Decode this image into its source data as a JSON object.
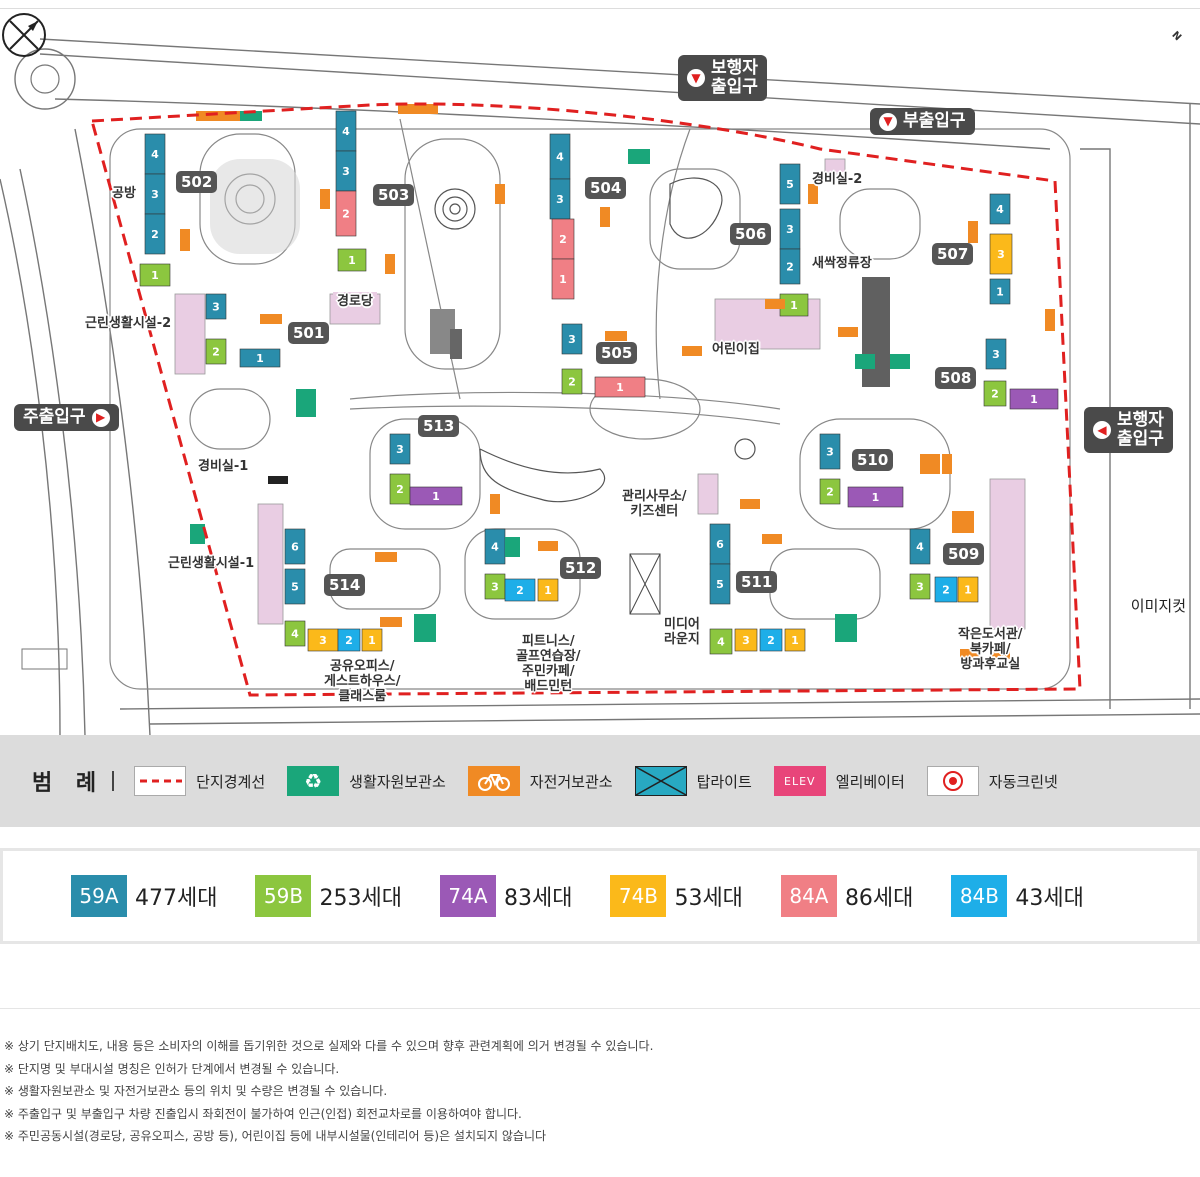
{
  "map": {
    "buildings": [
      "502",
      "503",
      "504",
      "506",
      "507",
      "501",
      "505",
      "508",
      "513",
      "510",
      "512",
      "514",
      "511",
      "509"
    ],
    "facilities": {
      "gongbang": "공방",
      "commercial_2": "근린생활시설-2",
      "gyeongrodang": "경로당",
      "guard_2": "경비실-2",
      "saessak": "새싹정류장",
      "daycare": "어린이집",
      "guard_1": "경비실-1",
      "office_kids": [
        "관리사무소/",
        "키즈센터"
      ],
      "commercial_1": "근린생활시설-1",
      "shared_office": [
        "공유오피스/",
        "게스트하우스/",
        "클래스룸"
      ],
      "fitness": [
        "피트니스/",
        "골프연습장/",
        "주민카페/",
        "배드민턴"
      ],
      "media_lounge": [
        "미디어",
        "라운지"
      ],
      "library": [
        "작은도서관/",
        "북카페/",
        "방과후교실"
      ]
    },
    "entrances": {
      "pedestrian_top": [
        "보행자",
        "출입구"
      ],
      "sub_entrance": "부출입구",
      "main_entrance": "주출입구",
      "pedestrian_right": [
        "보행자",
        "출입구"
      ]
    },
    "imijicut": "이미지컷",
    "unit_numbers": [
      "1",
      "2",
      "3",
      "4",
      "5",
      "6"
    ],
    "compass_letter": "N"
  },
  "legend": {
    "title": "범 례",
    "items": [
      {
        "name": "boundary",
        "label": "단지경계선"
      },
      {
        "name": "recycle",
        "label": "생활자원보관소",
        "icon": "recycle-icon"
      },
      {
        "name": "bicycle",
        "label": "자전거보관소",
        "icon": "bicycle-icon"
      },
      {
        "name": "toplight",
        "label": "탑라이트"
      },
      {
        "name": "elevator",
        "label": "엘리베이터",
        "icon_text": "ELEV"
      },
      {
        "name": "cleannet",
        "label": "자동크린넷",
        "icon": "cleannet-icon"
      }
    ]
  },
  "unit_types": [
    {
      "code": "59A",
      "count": "477세대",
      "color": "#2a8dab"
    },
    {
      "code": "59B",
      "count": "253세대",
      "color": "#8cc63f"
    },
    {
      "code": "74A",
      "count": "83세대",
      "color": "#9b59b6"
    },
    {
      "code": "74B",
      "count": "53세대",
      "color": "#fbb91a"
    },
    {
      "code": "84A",
      "count": "86세대",
      "color": "#f07f85"
    },
    {
      "code": "84B",
      "count": "43세대",
      "color": "#1eaee8"
    }
  ],
  "notes": [
    "※ 상기 단지배치도, 내용 등은 소비자의 이해를 돕기위한 것으로 실제와 다를 수 있으며 향후 관련계획에 의거 변경될 수 있습니다.",
    "※ 단지명 및 부대시설 명칭은 인허가 단계에서 변경될 수 있습니다.",
    "※ 생활자원보관소 및 자전거보관소 등의 위치 및 수량은 변경될 수 있습니다.",
    "※ 주출입구 및 부출입구 차량 진출입시 좌회전이 불가하여 인근(인접) 회전교차로를 이용하여야 합니다.",
    "※ 주민공동시설(경로당, 공유오피스, 공방 등), 어린이집 등에 내부시설물(인테리어 등)은 설치되지 않습니다"
  ],
  "colors": {
    "boundary": "#e02020",
    "recycle": "#1aa67a",
    "bicycle": "#f08a24",
    "toplight": "#28a9c2",
    "elevator": "#e8457a",
    "label_bg": "#555555",
    "legend_bg": "#dcdcdc"
  }
}
